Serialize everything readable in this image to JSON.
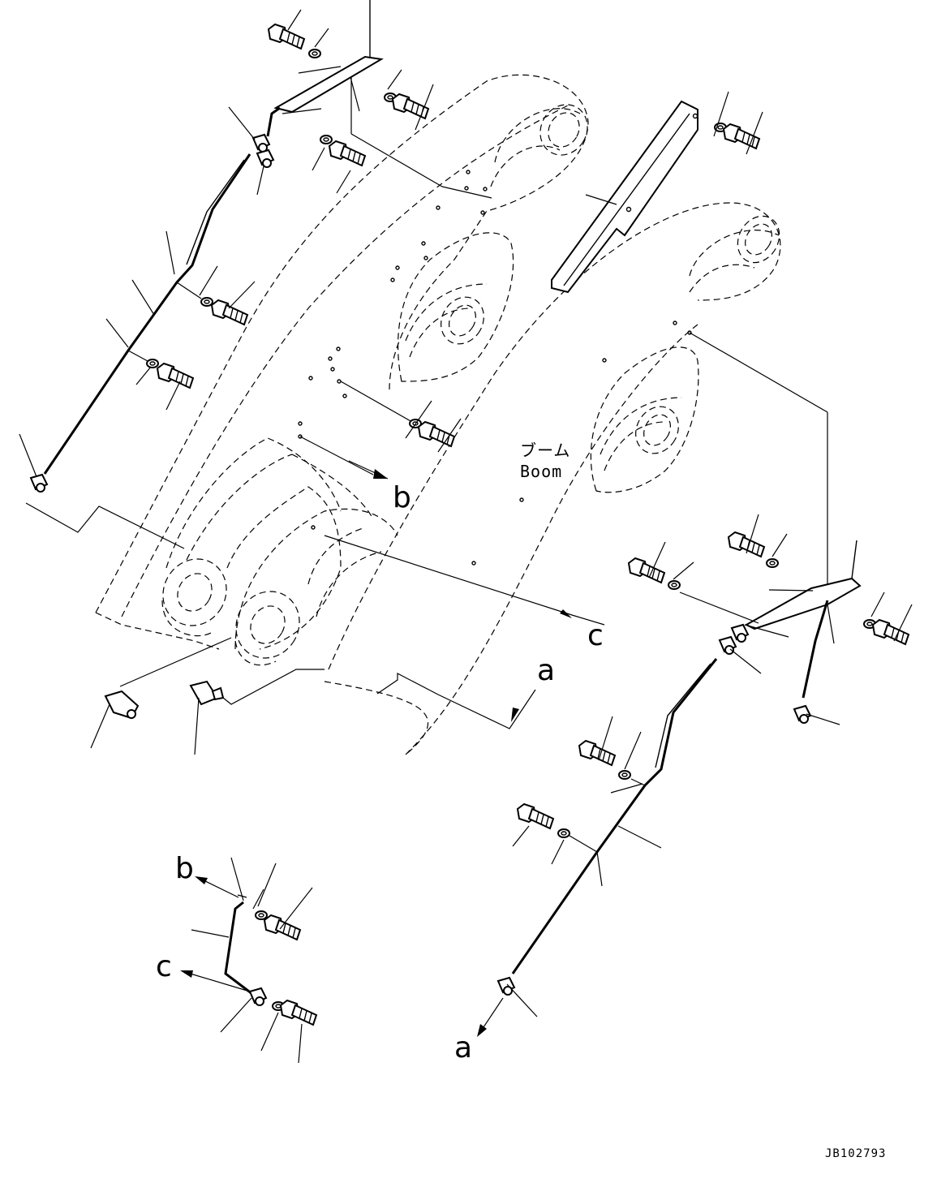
{
  "drawing": {
    "component_jp": "ブーム",
    "component_en": "Boom",
    "figure_code": "JB102793"
  },
  "callouts": [
    {
      "id": "a",
      "text": "a"
    },
    {
      "id": "b",
      "text": "b"
    },
    {
      "id": "c",
      "text": "c"
    }
  ]
}
